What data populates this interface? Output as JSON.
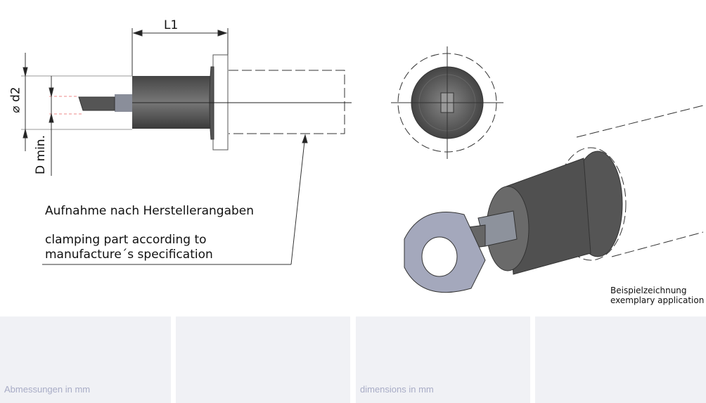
{
  "drawing": {
    "dim_L1": "L1",
    "dim_d2": "⌀ d2",
    "dim_Dmin": "D min.",
    "label_de": "Aufnahme nach Herstellerangaben",
    "label_en_line1": "clamping part according to",
    "label_en_line2": "manufacture´s specification",
    "caption_de": "Beispielzeichnung",
    "caption_en": "exemplary application"
  },
  "cards": [
    {
      "label": "Abmessungen in mm"
    },
    {
      "label": ""
    },
    {
      "label": "dimensions in mm"
    },
    {
      "label": ""
    }
  ]
}
